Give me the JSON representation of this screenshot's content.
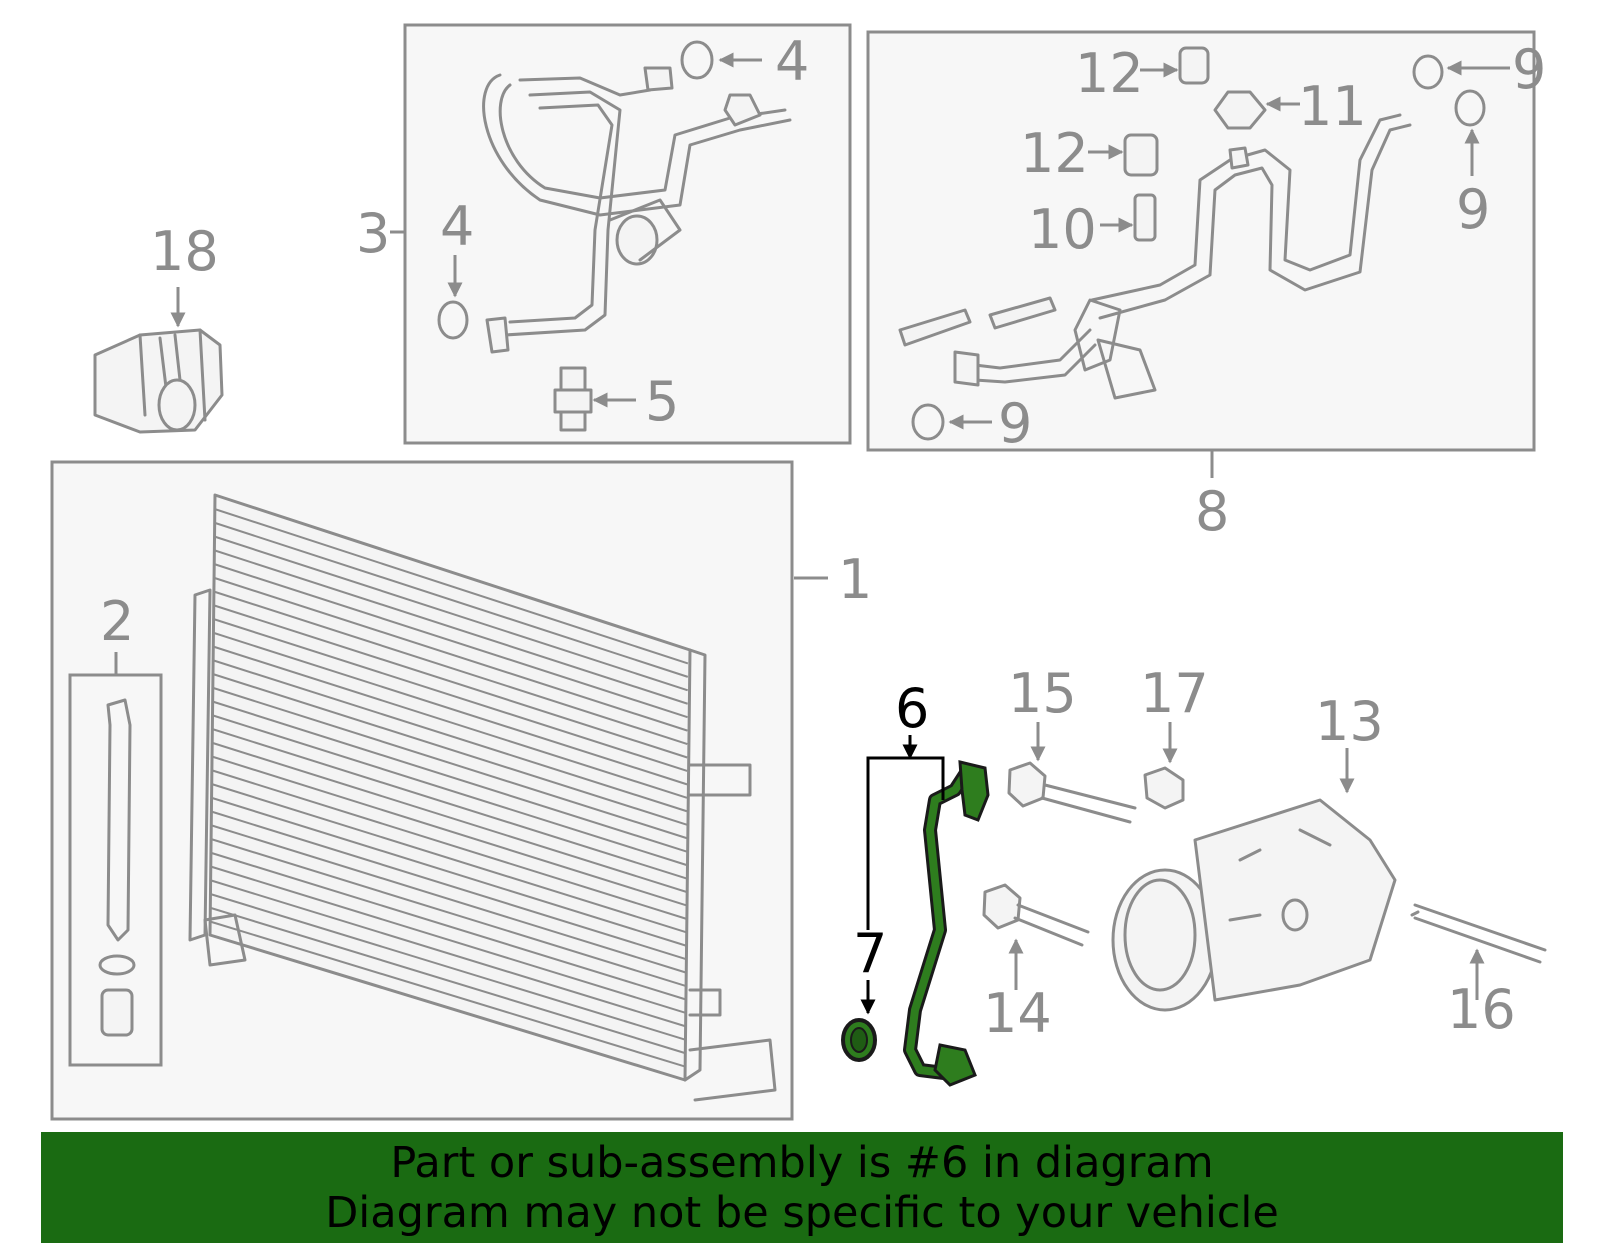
{
  "colors": {
    "outline": "#8c8c8c",
    "highlight_part": "#2e7d1e",
    "banner_bg": "#1a6b12",
    "banner_text": "#000000",
    "highlight_callout": "#000000"
  },
  "callouts": {
    "c1": "1",
    "c2": "2",
    "c3": "3",
    "c4a": "4",
    "c4b": "4",
    "c5": "5",
    "c6": "6",
    "c7": "7",
    "c8": "8",
    "c9a": "9",
    "c9b": "9",
    "c9c": "9",
    "c10": "10",
    "c11": "11",
    "c12a": "12",
    "c12b": "12",
    "c13": "13",
    "c14": "14",
    "c15": "15",
    "c16": "16",
    "c17": "17",
    "c18": "18"
  },
  "highlighted_parts": [
    "6",
    "7"
  ],
  "banner": {
    "line1": "Part or sub-assembly is #6 in diagram",
    "line2": "Diagram may not be specific to your vehicle"
  }
}
